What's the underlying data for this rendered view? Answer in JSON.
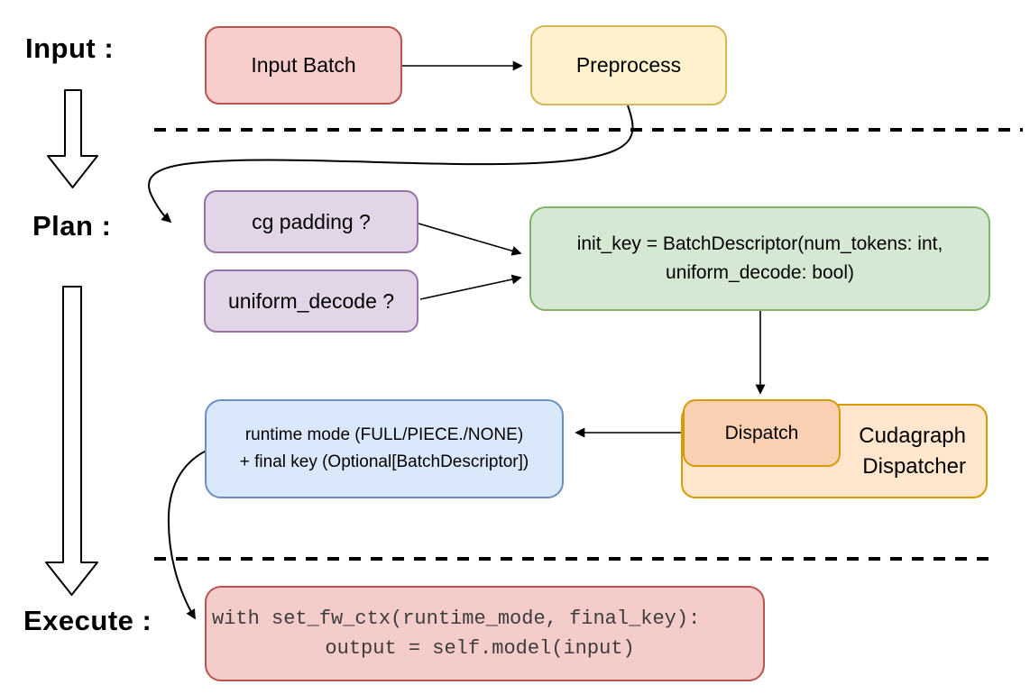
{
  "diagram": {
    "background": "#ffffff",
    "connector_color": "#000000",
    "stages": {
      "input": "Input :",
      "plan": "Plan :",
      "execute": "Execute :"
    },
    "nodes": {
      "input_batch": {
        "label": "Input Batch",
        "fill": "#F8CECC",
        "stroke": "#B85450"
      },
      "preprocess": {
        "label": "Preprocess",
        "fill": "#FFF2CC",
        "stroke": "#D6B656"
      },
      "cg_padding": {
        "label": "cg padding ?",
        "fill": "#E1D5E7",
        "stroke": "#9673A6"
      },
      "uniform_decode": {
        "label": "uniform_decode ?",
        "fill": "#E1D5E7",
        "stroke": "#9673A6"
      },
      "init_key": {
        "line1": "init_key = BatchDescriptor(num_tokens: int,",
        "line2": "uniform_decode: bool)",
        "fill": "#D5E8D4",
        "stroke": "#82B366"
      },
      "dispatch": {
        "label": "Dispatch",
        "fill": "#FBCFB1",
        "stroke": "#D79B00"
      },
      "cudagraph_dispatcher": {
        "line1": "Cudagraph",
        "line2": "Dispatcher",
        "fill": "#FFE6CC",
        "stroke": "#D79B00"
      },
      "runtime_mode": {
        "line1": "runtime mode (FULL/PIECE./NONE)",
        "line2": "+ final key (Optional[BatchDescriptor])",
        "fill": "#DAE8FC",
        "stroke": "#6C8EBF"
      },
      "execute_code": {
        "line1": "with set_fw_ctx(runtime_mode, final_key):",
        "line2": "    output = self.model(input)",
        "fill": "#F4CCCA",
        "stroke": "#B85450",
        "text_color": "#3d3d3d"
      }
    }
  }
}
